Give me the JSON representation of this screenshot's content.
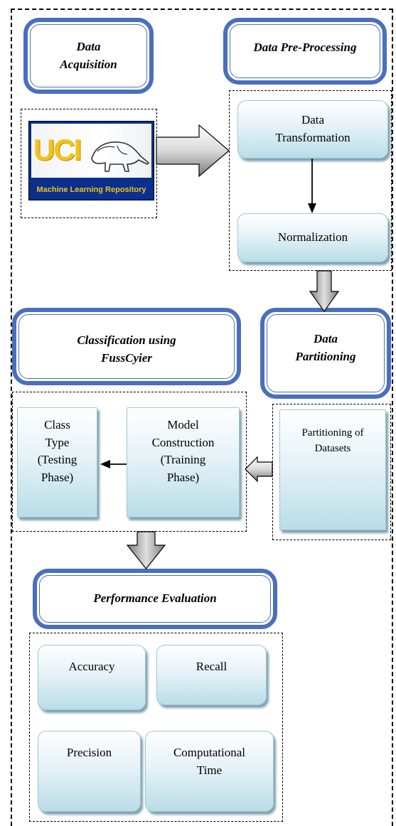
{
  "phases": {
    "acquisition": [
      "Data",
      "Acquisition"
    ],
    "preprocessing": "Data Pre-Processing",
    "partitioning": [
      "Data",
      "Partitioning"
    ],
    "classification": [
      "Classification using",
      "FussCyier"
    ],
    "evaluation": "Performance Evaluation"
  },
  "logo": {
    "title": "UCI",
    "subtitle": "Machine Learning Repository"
  },
  "preprocessing_steps": {
    "transformation": [
      "Data",
      "Transformation"
    ],
    "normalization": "Normalization"
  },
  "partitioning_steps": {
    "datasets": [
      "Partitioning of",
      "Datasets"
    ]
  },
  "classification_steps": {
    "class_type": [
      "Class",
      "Type",
      "(Testing",
      "Phase)"
    ],
    "model": [
      "Model",
      "Construction",
      "(Training",
      "Phase)"
    ]
  },
  "metrics": {
    "accuracy": "Accuracy",
    "recall": "Recall",
    "precision": "Precision",
    "time": [
      "Computational",
      "Time"
    ]
  },
  "colors": {
    "phase_border": "#4a6fbc",
    "box_gradient_end": "#b9dde8",
    "logo_blue": "#0b2f8c",
    "logo_gold": "#f2c21a"
  }
}
